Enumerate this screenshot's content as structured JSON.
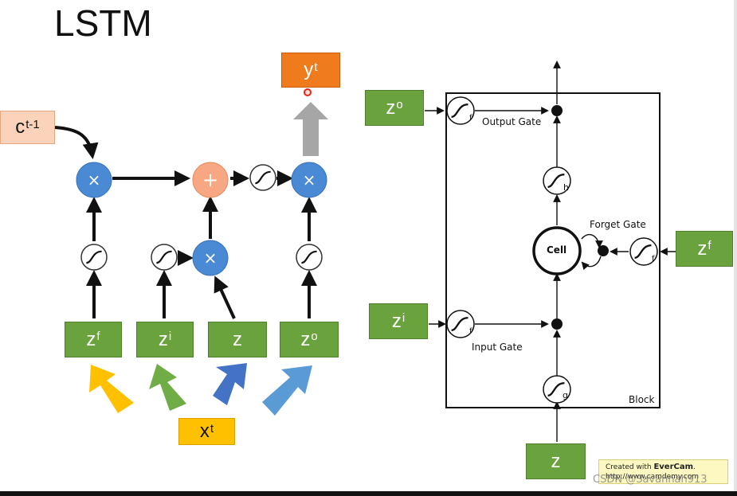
{
  "title": "LSTM",
  "left": {
    "c_prev": {
      "base": "c",
      "sup": "t-1"
    },
    "y": {
      "base": "y",
      "sup": "t"
    },
    "x": {
      "base": "x",
      "sup": "t"
    },
    "z_f": {
      "base": "z",
      "sup": "f"
    },
    "z_i": {
      "base": "z",
      "sup": "i"
    },
    "z": {
      "base": "z",
      "sup": ""
    },
    "z_o": {
      "base": "z",
      "sup": "o"
    },
    "ops": {
      "multiply": "×",
      "add": "+"
    }
  },
  "right": {
    "z_o": {
      "base": "z",
      "sup": "o"
    },
    "z_f": {
      "base": "z",
      "sup": "f"
    },
    "z_i": {
      "base": "z",
      "sup": "i"
    },
    "z": {
      "base": "z",
      "sup": ""
    },
    "output_gate": "Output Gate",
    "forget_gate": "Forget Gate",
    "input_gate": "Input Gate",
    "cell": "Cell",
    "block": "Block",
    "act_f": "f",
    "act_h": "h",
    "act_g": "g"
  },
  "evercam": {
    "line1_prefix": "Created with ",
    "line1_brand": "EverCam",
    "line1_suffix": ".",
    "line2": "http://www.camdemy.com"
  },
  "watermark": "CSDN @Savannah913",
  "colors": {
    "green": "#6aa33d",
    "blue": "#4a8ad4",
    "orange": "#f07b1c",
    "peach": "#f7a882",
    "gold": "#ffc000"
  }
}
